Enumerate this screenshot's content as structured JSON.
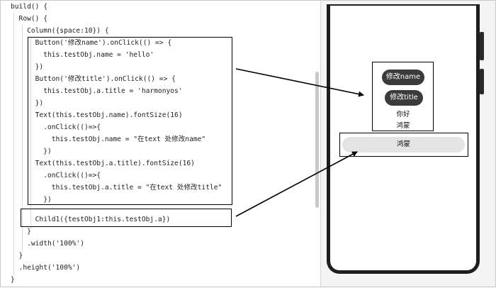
{
  "code": {
    "lines": [
      "build() {",
      "  Row() {",
      "    Column({space:10}) {",
      "      Button('修改name').onClick(() => {",
      "        this.testObj.name = 'hello'",
      "      })",
      "      Button('修改title').onClick(() => {",
      "        this.testObj.a.title = 'harmonyos'",
      "      })",
      "      Text(this.testObj.name).fontSize(16)",
      "        .onClick(()=>{",
      "          this.testObj.name = \"在text 处修改name\"",
      "        })",
      "      Text(this.testObj.a.title).fontSize(16)",
      "        .onClick(()=>{",
      "          this.testObj.a.title = \"在text 处修改title\"",
      "        })",
      "",
      "      Child1({testObj1:this.testObj.a})",
      "    }",
      "    .width('100%')",
      "  }",
      "  .height('100%')",
      "}"
    ]
  },
  "preview": {
    "button_name": "修改name",
    "button_title": "修改title",
    "text_name": "你好",
    "text_title": "鸿蒙",
    "child_text": "鸿蒙"
  }
}
